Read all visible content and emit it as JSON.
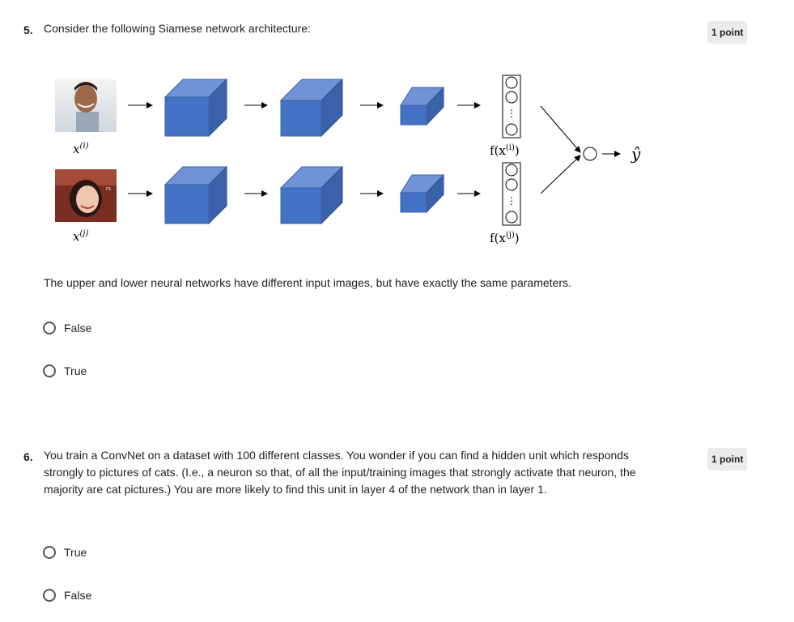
{
  "q5": {
    "number": "5.",
    "question": "Consider the following Siamese network architecture:",
    "points": "1 point",
    "statement": "The upper and lower neural networks have different input images, but have exactly the same parameters.",
    "options": [
      "False",
      "True"
    ]
  },
  "diagram": {
    "input_i_label": "x",
    "input_i_sup": "(i)",
    "input_j_label": "x",
    "input_j_sup": "(j)",
    "encoding_i_prefix": "f(x",
    "encoding_i_sup": "(i)",
    "encoding_j_prefix": "f(x",
    "encoding_j_sup": "(j)",
    "encoding_suffix": ")",
    "output_label": "ŷ",
    "photo_overlay_text": "rs",
    "colors": {
      "cube_front": "#4472c4",
      "cube_top": "#6f93d6",
      "cube_side": "#3a62a8"
    }
  },
  "q6": {
    "number": "6.",
    "question": "You train a ConvNet on a dataset with 100 different classes. You wonder if you can find a hidden unit which responds strongly to pictures of cats. (I.e., a neuron so that, of all the input/training images that strongly activate that neuron, the majority are cat pictures.) You are more likely to find this unit in layer 4 of the network than in layer 1.",
    "points": "1 point",
    "options": [
      "True",
      "False"
    ]
  }
}
